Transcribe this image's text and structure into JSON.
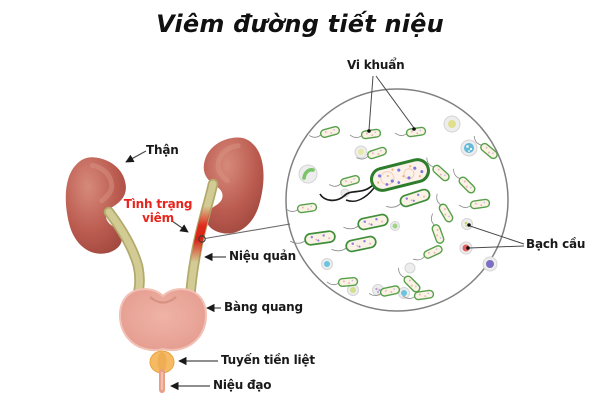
{
  "title": "Viêm đường tiết niệu",
  "anatomy_labels": {
    "kidney": "Thận",
    "inflammation": "Tình trạng viêm",
    "ureter": "Niệu quản",
    "bladder": "Bàng quang",
    "prostate": "Tuyến tiền liệt",
    "urethra": "Niệu đạo"
  },
  "microscope_labels": {
    "bacteria": "Vi khuẩn",
    "leukocyte": "Bạch cầu"
  },
  "colors": {
    "kidney": "#bc5c51",
    "ureter": "#ccc48d",
    "inflammation": "#e02c1e",
    "bladder": "#e6a093",
    "prostate": "#f6ba62",
    "urethra": "#e79d86",
    "bacteria_outline": "#3f8f3a",
    "large_bacterium_outline": "#2d7d2d",
    "circle_outline": "#808080",
    "label_text": "#1a1a1a",
    "inflammation_label_text": "#e8251d",
    "background": "#ffffff"
  }
}
